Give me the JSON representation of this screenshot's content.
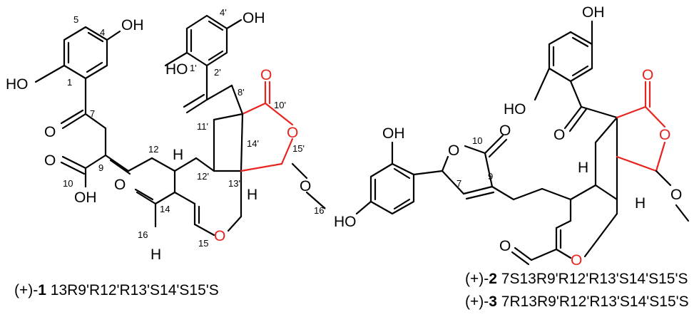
{
  "compound1": {
    "atoms": {
      "oh_4": "OH",
      "ho_1": "HO",
      "o_7": "O",
      "o_10": "O",
      "oh_10": "OH",
      "h_12p": "H",
      "h_14p": "H",
      "o_ring": "O",
      "o_16": "O",
      "h_16": "H",
      "o_lactone_ring": "O",
      "o_lactone_co": "O",
      "o_15p": "O"
    },
    "numbers": {
      "n5": "5",
      "n4": "4",
      "n1": "1",
      "n7": "7",
      "n9": "9",
      "n10": "10",
      "n12": "12",
      "n14": "14",
      "n15": "15",
      "n16": "16",
      "n4p": "4'",
      "n1p": "1'",
      "n2p": "2'",
      "n8p": "8'",
      "n10p": "10'",
      "n11p": "11'",
      "n12p": "12'",
      "n13p": "13'",
      "n14p": "14'",
      "n15p": "15'",
      "n16p": "16'"
    },
    "caption": {
      "prefix": "(+)-",
      "id": "1",
      "config": " 13R9'R12'R13'S14'S15'S"
    }
  },
  "compound23": {
    "atoms": {
      "oh_top": "OH",
      "ho_mid": "HO",
      "o_ketone": "O",
      "o_lactone_co": "O",
      "o_lactone_ring": "O",
      "h_left": "H",
      "h_right": "H",
      "o_ring": "O",
      "o_ald": "O",
      "oh_phenol": "OH",
      "ho_phenol": "HO",
      "o_furan": "O",
      "o_furan_co": "O",
      "o_methoxy": "O"
    },
    "numbers": {
      "n10": "10",
      "n9": "9",
      "n7": "7"
    },
    "captions": [
      {
        "prefix": "(+)-",
        "id": "2",
        "config": " 7S13R9'R12'R13'S14'S15'S"
      },
      {
        "prefix": "(+)-",
        "id": "3",
        "config": " 7R13R9'R12'R13'S14'S15'S"
      }
    ]
  },
  "colors": {
    "black": "#000000",
    "red": "#e8231e",
    "background": "#ffffff"
  }
}
